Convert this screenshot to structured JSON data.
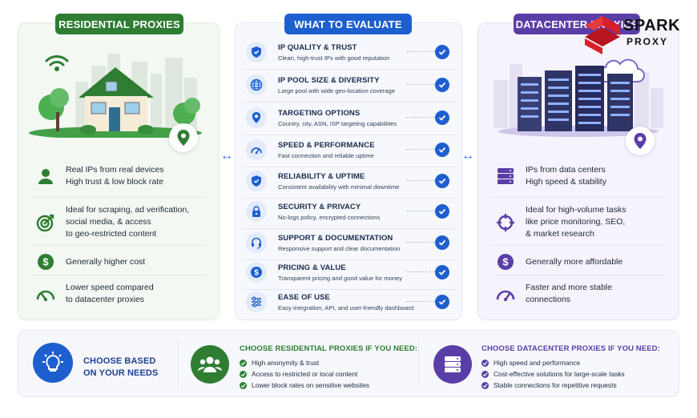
{
  "headers": {
    "residential": "RESIDENTIAL PROXIES",
    "evaluate": "WHAT TO EVALUATE",
    "datacenter": "DATACENTER PROXIES"
  },
  "logo": {
    "word1": "SPARK",
    "word2": "PROXY",
    "color": "#d81f2a"
  },
  "residential": {
    "features": [
      {
        "icon": "person-icon",
        "line1": "Real IPs from real devices",
        "line2": "High trust & low block rate"
      },
      {
        "icon": "target-icon",
        "line1": "Ideal for scraping, ad verification,",
        "line2": "social media, & access",
        "line3": "to geo-restricted content"
      },
      {
        "icon": "dollar-icon",
        "line1": "Generally higher cost"
      },
      {
        "icon": "speedometer-icon",
        "line1": "Lower speed compared",
        "line2": "to datacenter proxies"
      }
    ]
  },
  "datacenter": {
    "features": [
      {
        "icon": "server-icon",
        "line1": "IPs from data centers",
        "line2": "High speed & stability"
      },
      {
        "icon": "crosshair-icon",
        "line1": "Ideal for high-volume tasks",
        "line2": "like price monitoring, SEO,",
        "line3": "& market research"
      },
      {
        "icon": "dollar-icon",
        "line1": "Generally more affordable"
      },
      {
        "icon": "speedometer-icon",
        "line1": "Faster and more stable",
        "line2": "connections"
      }
    ]
  },
  "criteria": [
    {
      "icon": "shield-icon",
      "title": "IP QUALITY & TRUST",
      "desc": "Clean, high-trust IPs with good reputation"
    },
    {
      "icon": "globe-icon",
      "title": "IP POOL SIZE & DIVERSITY",
      "desc": "Large pool with wide geo-location coverage"
    },
    {
      "icon": "location-pin-icon",
      "title": "TARGETING OPTIONS",
      "desc": "Country, city, ASN, ISP targeting capabilities"
    },
    {
      "icon": "speedometer-icon",
      "title": "SPEED & PERFORMANCE",
      "desc": "Fast connection and reliable uptime"
    },
    {
      "icon": "shield-check-icon",
      "title": "RELIABILITY & UPTIME",
      "desc": "Consistent availability with minimal downtime"
    },
    {
      "icon": "lock-icon",
      "title": "SECURITY & PRIVACY",
      "desc": "No-logs policy, encrypted connections"
    },
    {
      "icon": "headset-icon",
      "title": "SUPPORT & DOCUMENTATION",
      "desc": "Responsive support and clear documentation"
    },
    {
      "icon": "dollar-icon",
      "title": "PRICING & VALUE",
      "desc": "Transparent pricing and good value for money"
    },
    {
      "icon": "sliders-icon",
      "title": "EASE OF USE",
      "desc": "Easy integration, API, and user-friendly dashboard"
    }
  ],
  "bottom": {
    "choose": {
      "line1": "CHOOSE BASED",
      "line2": "ON YOUR NEEDS"
    },
    "residential": {
      "title": "CHOOSE RESIDENTIAL PROXIES IF YOU NEED:",
      "items": [
        "High anonymity & trust",
        "Access to restricted or local content",
        "Lower block rates on sensitive websites"
      ]
    },
    "datacenter": {
      "title": "CHOOSE DATACENTER PROXIES IF YOU NEED:",
      "items": [
        "High speed and performance",
        "Cost-effective solutions for large-scale tasks",
        "Stable connections for repetitive requests"
      ]
    }
  },
  "colors": {
    "green": "#2e7d32",
    "blue": "#1e5fcf",
    "purple": "#5a3ea8"
  }
}
